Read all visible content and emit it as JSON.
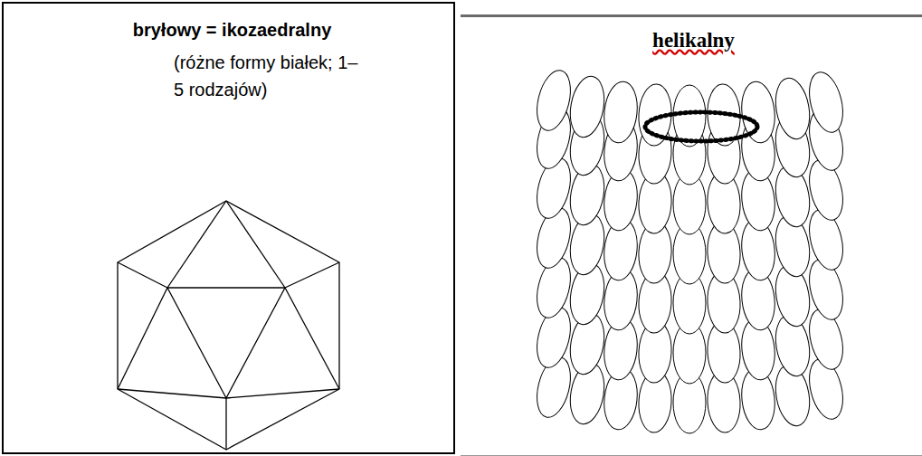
{
  "diagram": {
    "nodes": [
      {
        "text": [
          "bryłowy = ikozaedralny",
          "(różne formy białek; 1–5 rodzajów)"
        ]
      },
      {
        "text": [
          "helikalny"
        ]
      }
    ]
  }
}
